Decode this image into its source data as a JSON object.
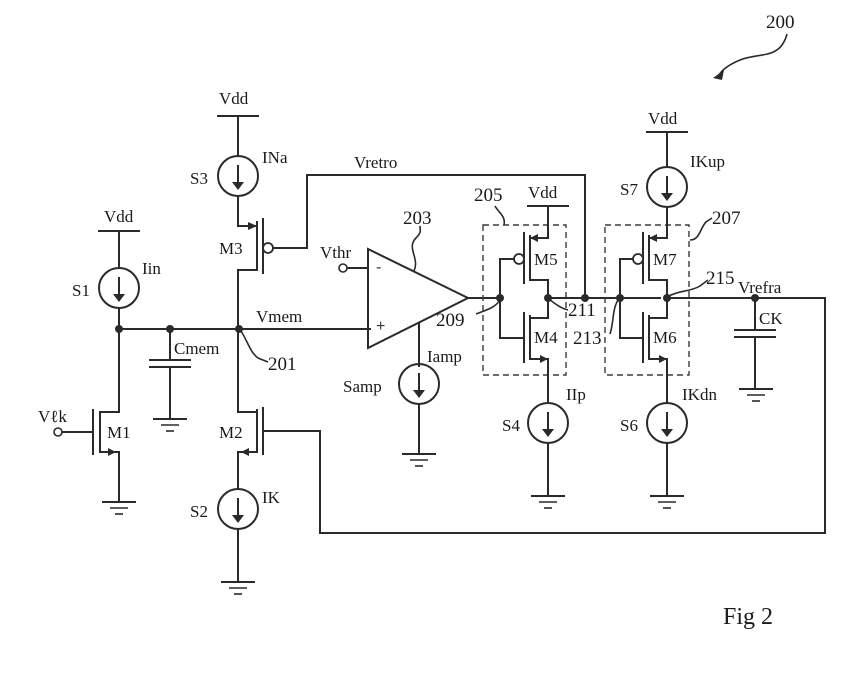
{
  "figure": {
    "label": "Fig 2",
    "reference": "200"
  },
  "supplies": {
    "vdd": "Vdd"
  },
  "nodes": {
    "vmem": "Vmem",
    "vretro": "Vretro",
    "vthr": "Vthr",
    "vrefra": "Vrefra",
    "vlk": "Vℓk"
  },
  "sources": [
    {
      "id": "S1",
      "current": "Iin"
    },
    {
      "id": "S2",
      "current": "IK"
    },
    {
      "id": "S3",
      "current": "INa"
    },
    {
      "id": "S4",
      "current": "IIp"
    },
    {
      "id": "S6",
      "current": "IKdn"
    },
    {
      "id": "S7",
      "current": "IKup"
    },
    {
      "id": "Samp",
      "current": "Iamp"
    }
  ],
  "transistors": {
    "m1": "M1",
    "m2": "M2",
    "m3": "M3",
    "m4": "M4",
    "m5": "M5",
    "m6": "M6",
    "m7": "M7"
  },
  "capacitors": {
    "cmem": "Cmem",
    "ck": "CK"
  },
  "amplifier": {
    "minus": "-",
    "plus": "+"
  },
  "references": {
    "r201": "201",
    "r203": "203",
    "r205": "205",
    "r207": "207",
    "r209": "209",
    "r211": "211",
    "r213": "213",
    "r215": "215"
  }
}
